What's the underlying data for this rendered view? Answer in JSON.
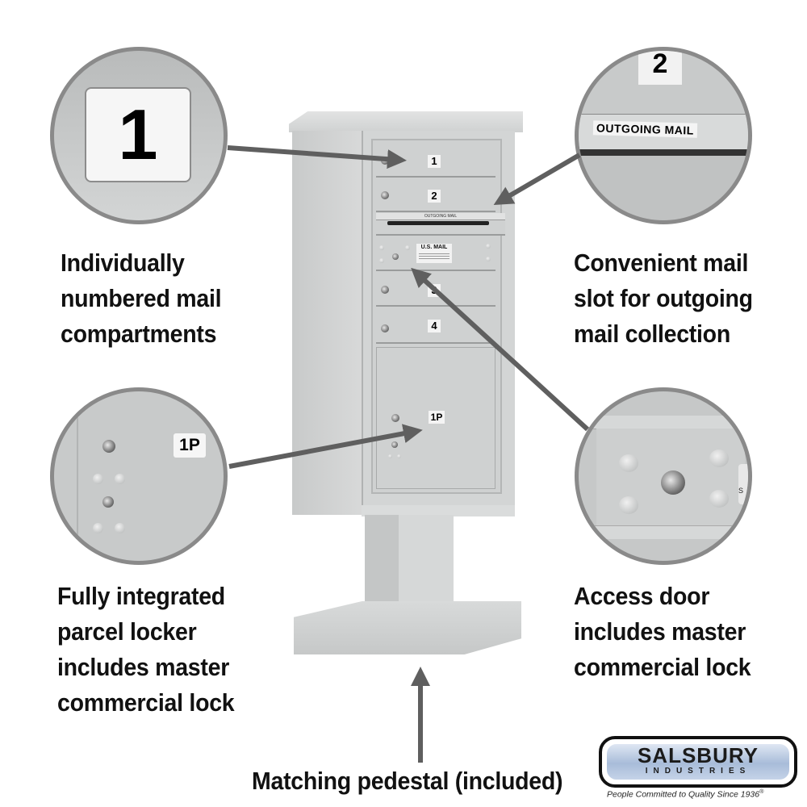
{
  "captions": {
    "numbered": [
      "Individually",
      "numbered mail",
      "compartments"
    ],
    "outgoing": [
      "Convenient mail",
      "slot for outgoing",
      "mail collection"
    ],
    "parcel": [
      "Fully integrated",
      "parcel locker",
      "includes master",
      "commercial lock"
    ],
    "access": [
      "Access door",
      "includes master",
      "commercial lock"
    ],
    "pedestal": "Matching pedestal (included)"
  },
  "detail_circles": {
    "numbered": {
      "label": "1"
    },
    "outgoing": {
      "number": "2",
      "slot_label": "OUTGOING MAIL"
    },
    "parcel": {
      "label": "1P"
    },
    "access": {
      "side_text": "S"
    }
  },
  "mailbox": {
    "compartments": [
      "1",
      "2",
      "3",
      "4"
    ],
    "outgoing_slot_label": "OUTGOING MAIL",
    "access_door_label": "U.S. MAIL",
    "parcel_label": "1P"
  },
  "logo": {
    "brand": "SALSBURY",
    "sub": "INDUSTRIES",
    "tagline": "People Committed to Quality Since 1936",
    "registered": "®"
  },
  "colors": {
    "unit_gray": "#cfd1d1",
    "arrow_gray": "#5f5f5f",
    "circle_border": "#8a8a8a",
    "logo_blue": "#b8c8e0"
  }
}
